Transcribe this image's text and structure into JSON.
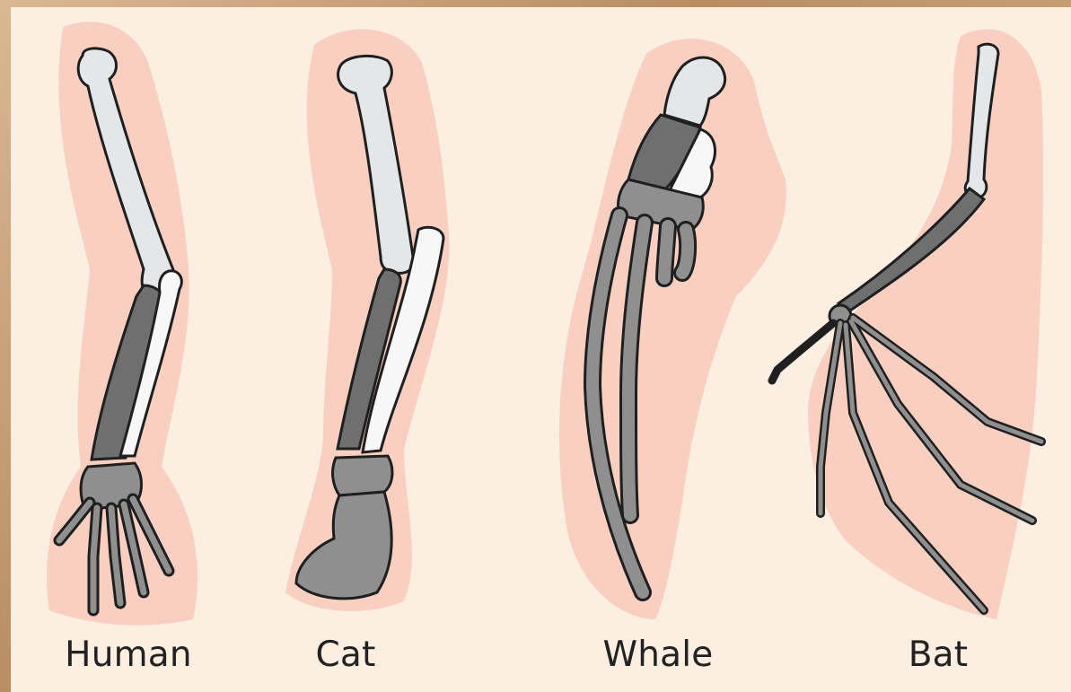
{
  "diagram": {
    "labels": {
      "human": "Human",
      "cat": "Cat",
      "whale": "Whale",
      "bat": "Bat"
    },
    "colors": {
      "background": "#fdeee2",
      "silhouette": "#f8cfc0",
      "upper_bone": "#e4e6e8",
      "radius": "#6f6f6f",
      "ulna": "#f7f7f7",
      "carpals": "#8f8f8f",
      "outline": "#1f1f1f"
    }
  }
}
